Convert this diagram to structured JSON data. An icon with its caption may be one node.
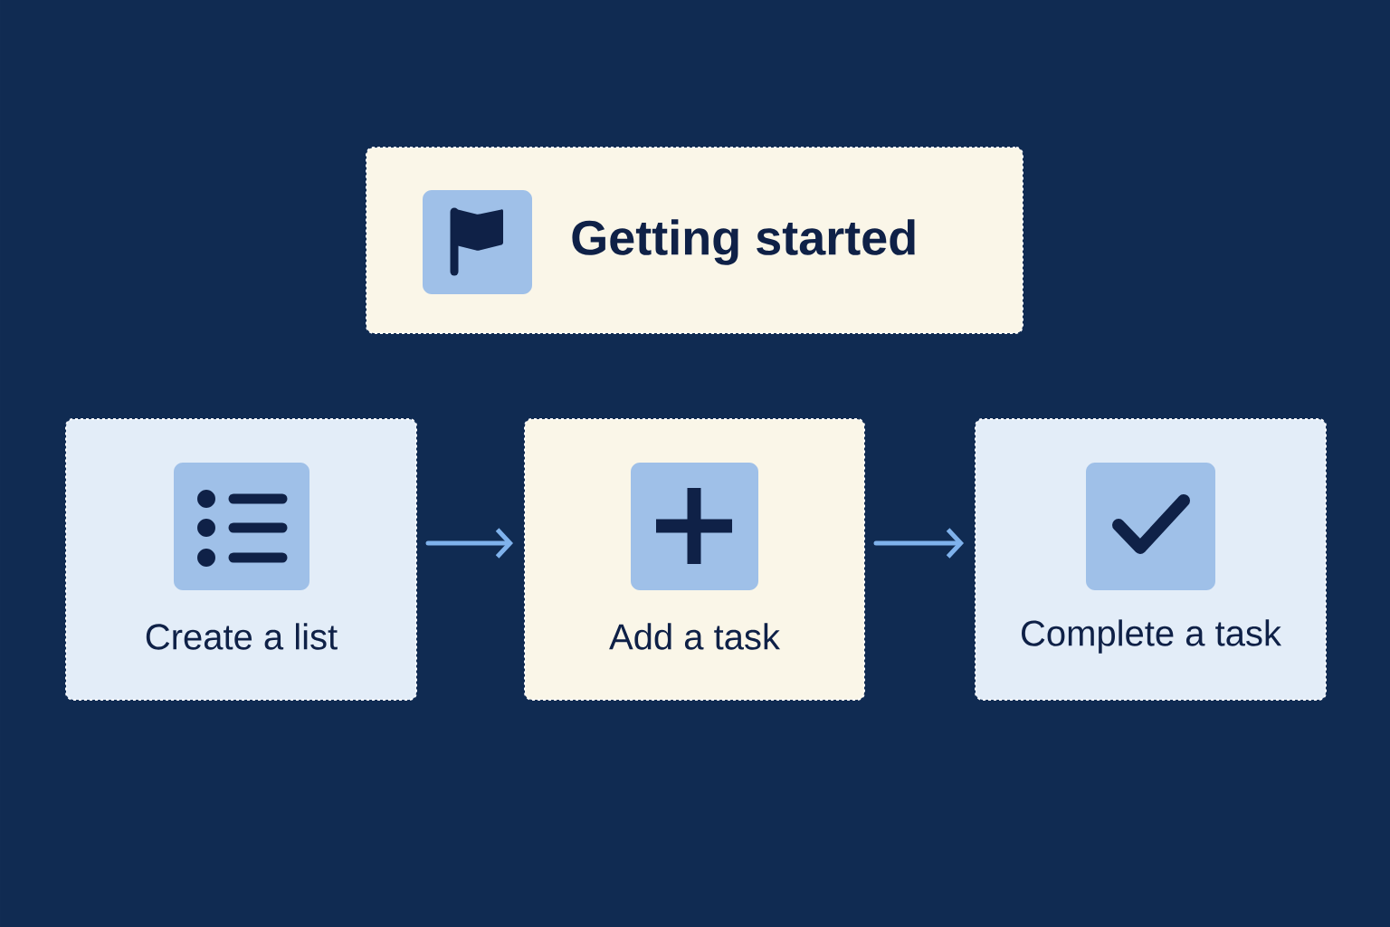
{
  "diagram": {
    "nodes": [
      {
        "text": [
          "Getting started"
        ]
      },
      {
        "text": [
          "Create a list"
        ]
      },
      {
        "text": [
          "Add a task"
        ]
      },
      {
        "text": [
          "Complete a task"
        ]
      }
    ],
    "edges": [
      {
        "from": 1,
        "to": 2,
        "arrow": "to"
      },
      {
        "from": 2,
        "to": 3,
        "arrow": "to"
      }
    ]
  }
}
